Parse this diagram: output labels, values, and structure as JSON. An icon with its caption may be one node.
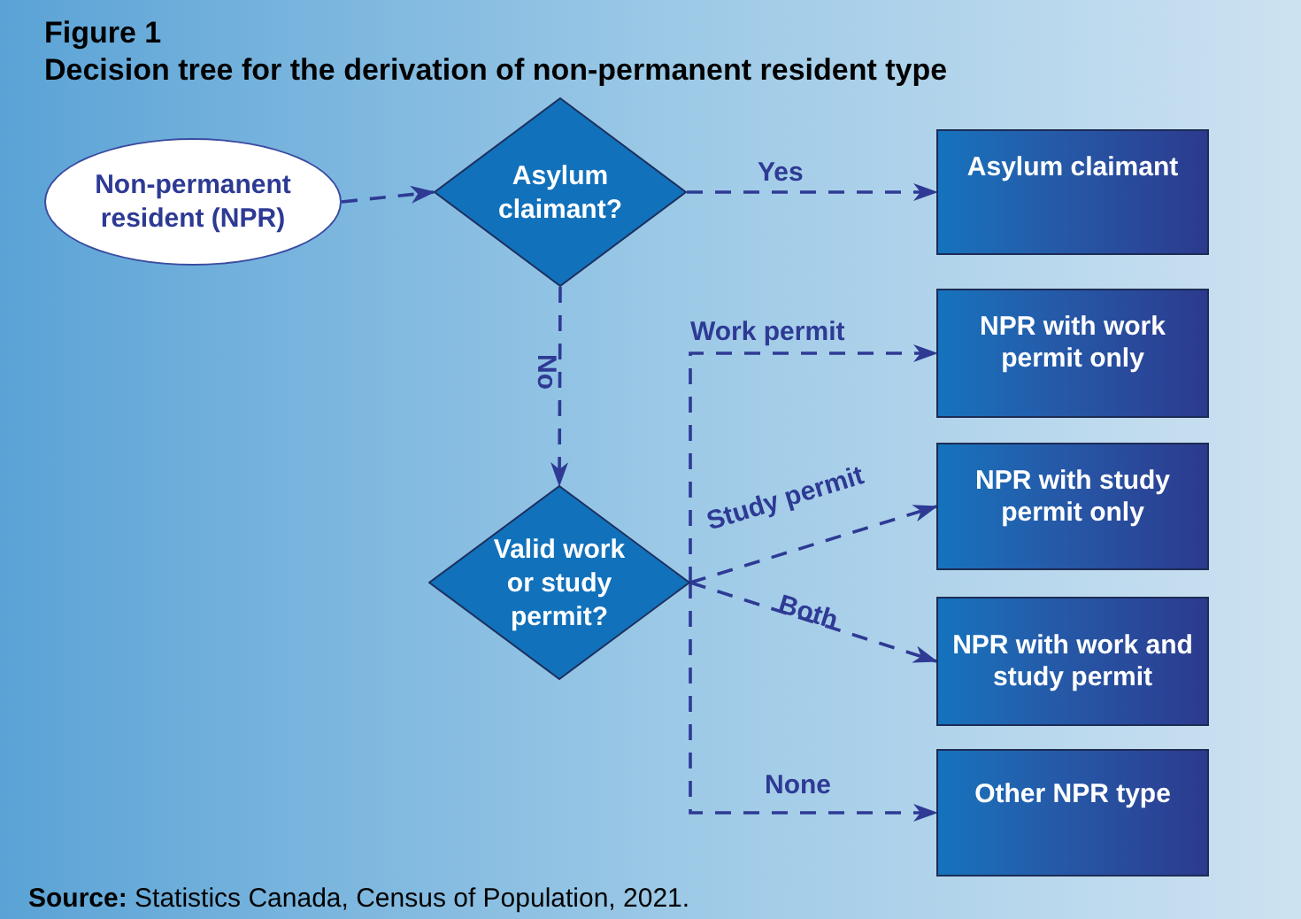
{
  "diagram": {
    "title": "Decision tree for the derivation of non-permanent resident type",
    "caption": "**Source:** Statistics Canada, Census of Population, 2021.",
    "nodes": [
      {
        "text": [
          "Non-permanent resident (NPR)"
        ]
      },
      {
        "text": [
          "Asylum claimant?"
        ]
      },
      {
        "text": [
          "Asylum claimant"
        ]
      },
      {
        "text": [
          "NPR with work permit only"
        ]
      },
      {
        "text": [
          "Valid work or study permit?"
        ]
      },
      {
        "text": [
          "NPR with study permit only"
        ]
      },
      {
        "text": [
          "NPR with work and study permit"
        ]
      },
      {
        "text": [
          "Other NPR type"
        ]
      }
    ],
    "edges": [
      {
        "from": 0,
        "to": 1,
        "arrow": "to",
        "style": "dashed"
      },
      {
        "from": 1,
        "to": 2,
        "arrow": "to",
        "label": "Yes",
        "style": "dashed"
      },
      {
        "from": 1,
        "to": 4,
        "arrow": "to",
        "label": "No",
        "style": "dashed"
      },
      {
        "from": 4,
        "to": 3,
        "arrow": "to",
        "label": "Work permit",
        "style": "dashed"
      },
      {
        "from": 4,
        "to": 5,
        "arrow": "to",
        "label": "Study permit",
        "style": "dashed"
      },
      {
        "from": 4,
        "to": 6,
        "arrow": "to",
        "label": "Both",
        "style": "dashed"
      },
      {
        "from": 4,
        "to": 7,
        "arrow": "to",
        "label": "None",
        "style": "dashed"
      }
    ],
    "labels": [
      "Figure 1"
    ]
  }
}
